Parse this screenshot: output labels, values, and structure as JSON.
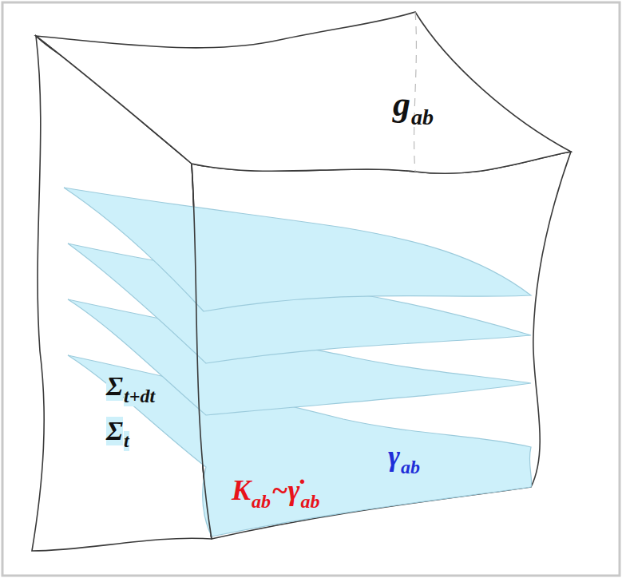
{
  "diagram": {
    "labels": [
      "g",
      "ab",
      "Σ",
      "t+dt",
      "Σ",
      "t",
      "K",
      "ab",
      "~γ̇",
      "ab",
      "γ",
      "ab"
    ]
  }
}
